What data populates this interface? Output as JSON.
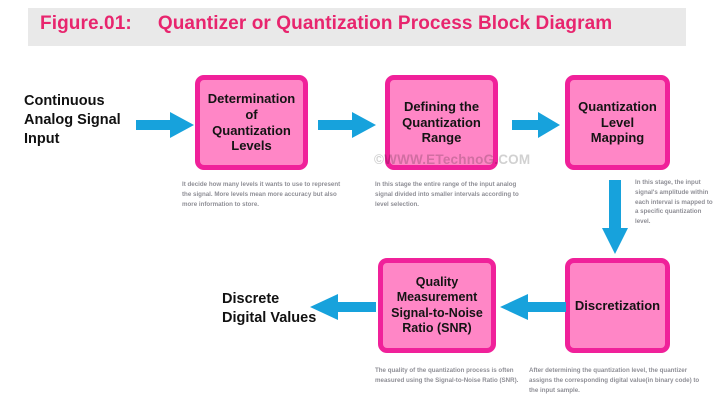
{
  "header": {
    "figure_label": "Figure.01:",
    "title": "Quantizer or Quantization Process Block Diagram",
    "bar_color": "#e9e9e9",
    "text_color": "#e8256e"
  },
  "theme": {
    "box_fill": "#ff86c6",
    "box_border": "#f0219a",
    "arrow_color": "#17a2dc",
    "caption_color": "#8f8f96",
    "label_color": "#111111"
  },
  "watermark": "©WWW.ETechnoG.COM",
  "labels": {
    "input": "Continuous\nAnalog Signal\nInput",
    "output": "Discrete\nDigital Values"
  },
  "blocks": [
    {
      "id": "determination",
      "title": "Determination\nof\nQuantization\nLevels",
      "caption": "It decide how many levels it wants to use to represent the signal. More levels mean more accuracy but also more information to store."
    },
    {
      "id": "defining",
      "title": "Defining the\nQuantization\nRange",
      "caption": "In this stage the entire range of the input analog signal divided into smaller intervals according to level selection."
    },
    {
      "id": "mapping",
      "title": "Quantization\nLevel\nMapping",
      "caption": "In this stage, the input signal's amplitude within each interval is mapped to a specific quantization level."
    },
    {
      "id": "discretization",
      "title": "Discretization",
      "caption": "After determining the quantization level, the quantizer assigns the corresponding digital value(in binary code) to the input sample."
    },
    {
      "id": "snr",
      "title": "Quality\nMeasurement\nSignal-to-Noise\nRatio (SNR)",
      "caption": "The quality of the quantization process is often measured using the Signal-to-Noise Ratio (SNR)."
    }
  ],
  "arrows": [
    {
      "id": "input-to-determination",
      "direction": "right"
    },
    {
      "id": "determination-to-defining",
      "direction": "right"
    },
    {
      "id": "defining-to-mapping",
      "direction": "right"
    },
    {
      "id": "mapping-to-discretization",
      "direction": "down"
    },
    {
      "id": "discretization-to-snr",
      "direction": "left"
    },
    {
      "id": "snr-to-output",
      "direction": "left"
    }
  ]
}
